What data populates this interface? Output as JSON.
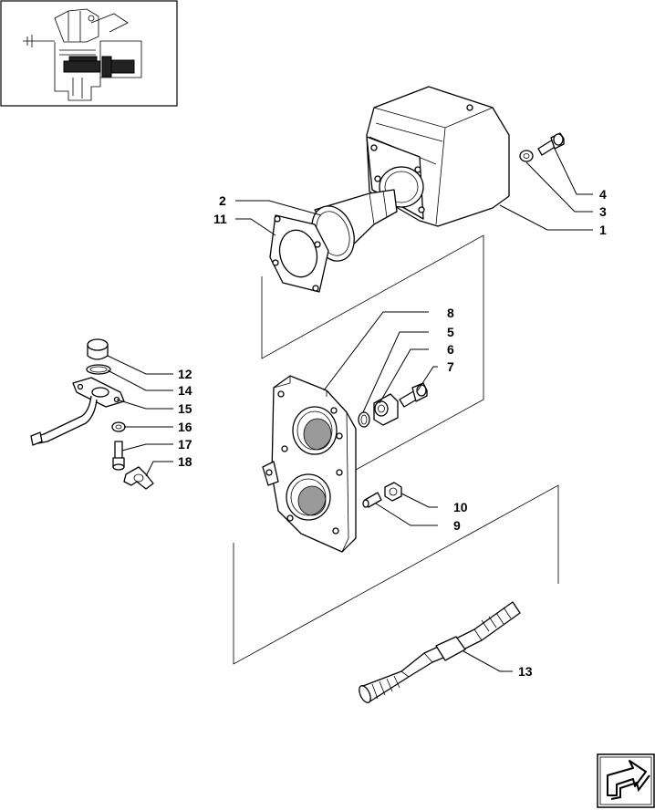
{
  "diagram": {
    "callouts": [
      "1",
      "2",
      "3",
      "4",
      "5",
      "6",
      "7",
      "8",
      "9",
      "10",
      "11",
      "12",
      "13",
      "14",
      "15",
      "16",
      "17",
      "18"
    ]
  },
  "icons": {
    "thumbnail": "assembly-thumbnail",
    "next_page": "next-page-arrow-icon"
  }
}
